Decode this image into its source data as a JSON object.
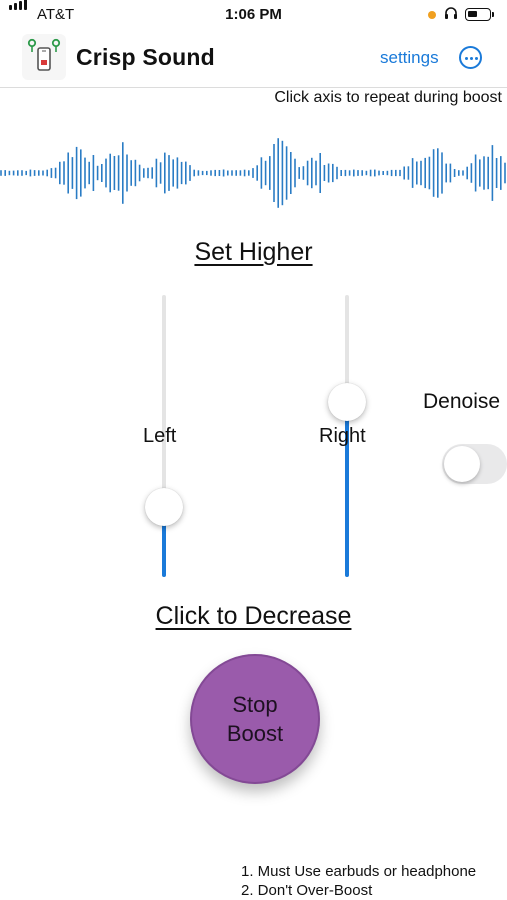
{
  "status_bar": {
    "carrier": "AT&T",
    "time": "1:06 PM",
    "battery_level": 0.45,
    "privacy_dot_color": "#f0a020",
    "icons": [
      "signal-bars-icon",
      "headphones-icon",
      "battery-icon"
    ]
  },
  "header": {
    "title": "Crisp Sound",
    "settings_label": "settings",
    "more_icon": "ellipsis-circle-icon",
    "accent_color": "#1a7ad9"
  },
  "hint": "Click axis to repeat during boost",
  "waveform": {
    "color": "#2a7cc4",
    "icon": "audio-waveform"
  },
  "set_higher_label": "Set Higher",
  "sliders": [
    {
      "id": "left",
      "label": "Left",
      "level": 0.25
    },
    {
      "id": "right",
      "label": "Right",
      "level": 0.62
    }
  ],
  "denoise": {
    "label": "Denoise",
    "on": false
  },
  "decrease_label": "Click to Decrease",
  "boost_button": {
    "label": "Stop Boost",
    "color": "#9a5bab"
  },
  "notes": [
    "1. Must Use earbuds or headphone",
    "2. Don't Over-Boost"
  ]
}
